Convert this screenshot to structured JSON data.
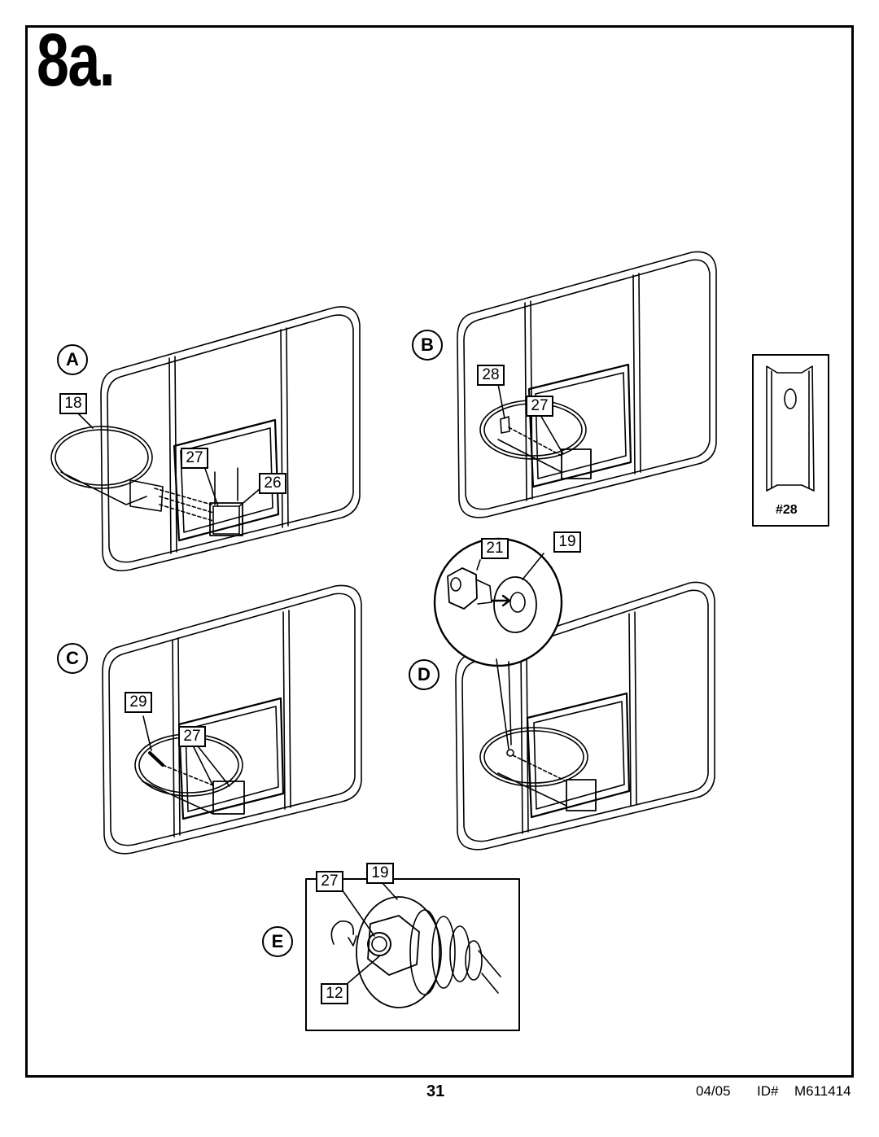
{
  "page": {
    "step_title": "8a.",
    "page_number": "31",
    "date": "04/05",
    "id_label": "ID#",
    "id_value": "M611414"
  },
  "panels": [
    {
      "letter": "A",
      "callouts": [
        "18",
        "27",
        "26"
      ]
    },
    {
      "letter": "B",
      "callouts": [
        "28",
        "27"
      ]
    },
    {
      "letter": "C",
      "callouts": [
        "29",
        "27"
      ]
    },
    {
      "letter": "D",
      "callouts": [
        "21",
        "19"
      ]
    },
    {
      "letter": "E",
      "callouts": [
        "27",
        "19",
        "12"
      ]
    }
  ],
  "part_inset": {
    "label": "#28"
  },
  "colors": {
    "line": "#000000",
    "background": "#ffffff"
  }
}
